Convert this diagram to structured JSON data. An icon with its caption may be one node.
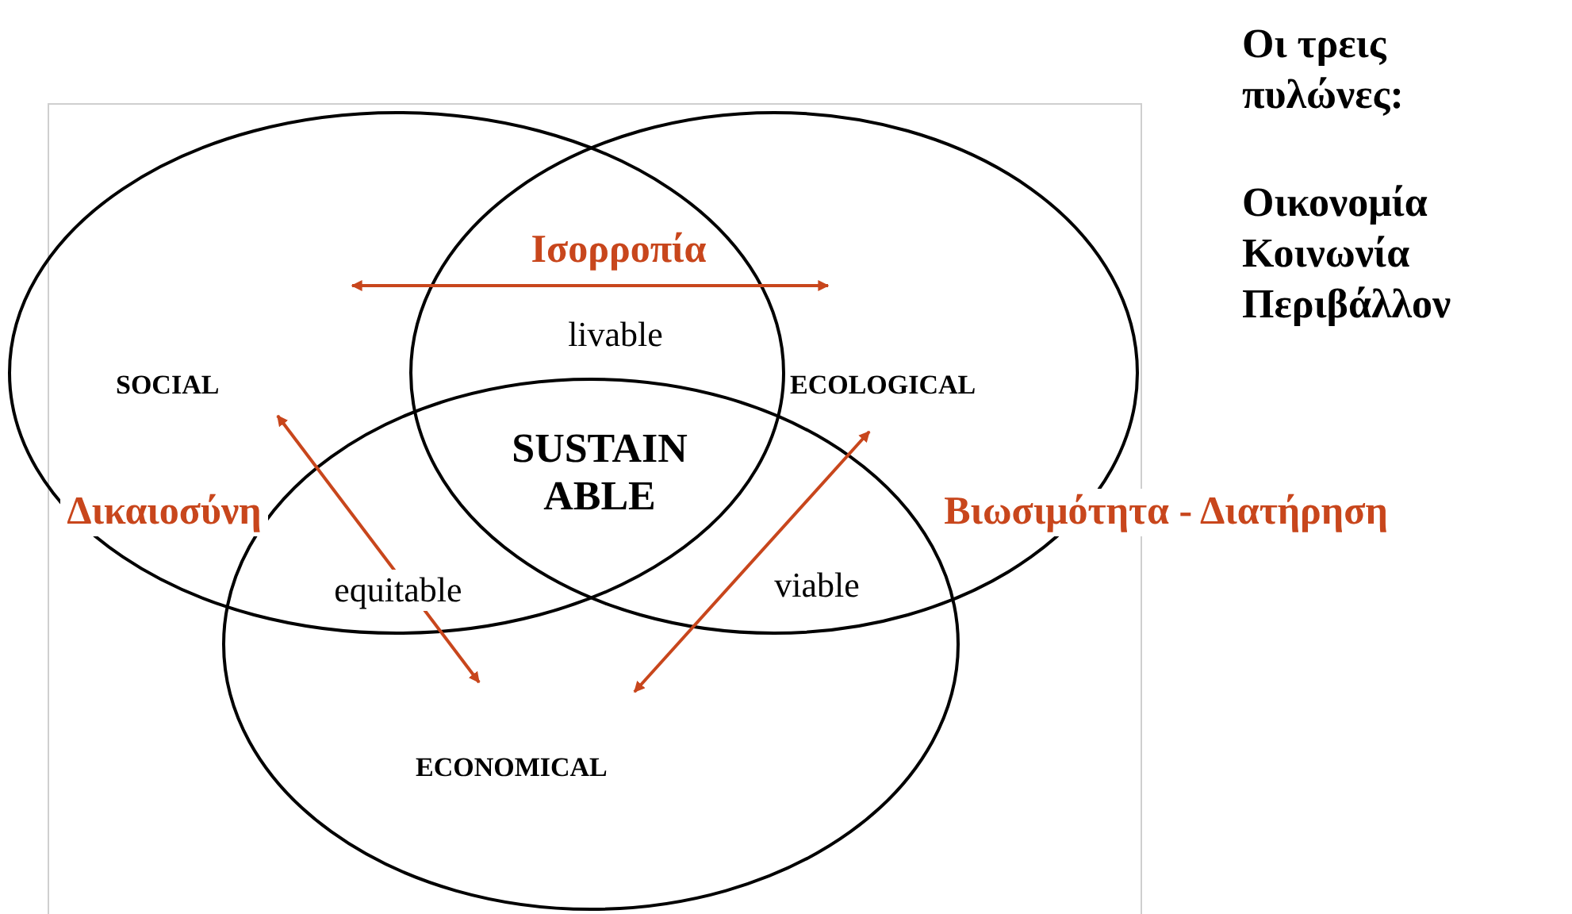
{
  "diagram": {
    "nodes": [
      {
        "text": [
          "SOCIAL"
        ]
      },
      {
        "text": [
          "ECOLOGICAL"
        ]
      },
      {
        "text": [
          "ECONOMICAL"
        ]
      }
    ],
    "edges": [
      {
        "from": 0,
        "to": 1,
        "arrow": "both",
        "label": "Ισορροπία"
      },
      {
        "from": 0,
        "to": 2,
        "arrow": "both",
        "label": "Δικαιοσύνη"
      },
      {
        "from": 1,
        "to": 2,
        "arrow": "both",
        "label": "Βιωσιμότητα - Διατήρηση"
      }
    ],
    "labels": [
      "Οι τρεις πυλώνες:",
      "Οικονομία",
      "Κοινωνία",
      "Περιβάλλον",
      "livable",
      "SUSTAIN ABLE",
      "equitable",
      "viable"
    ]
  }
}
